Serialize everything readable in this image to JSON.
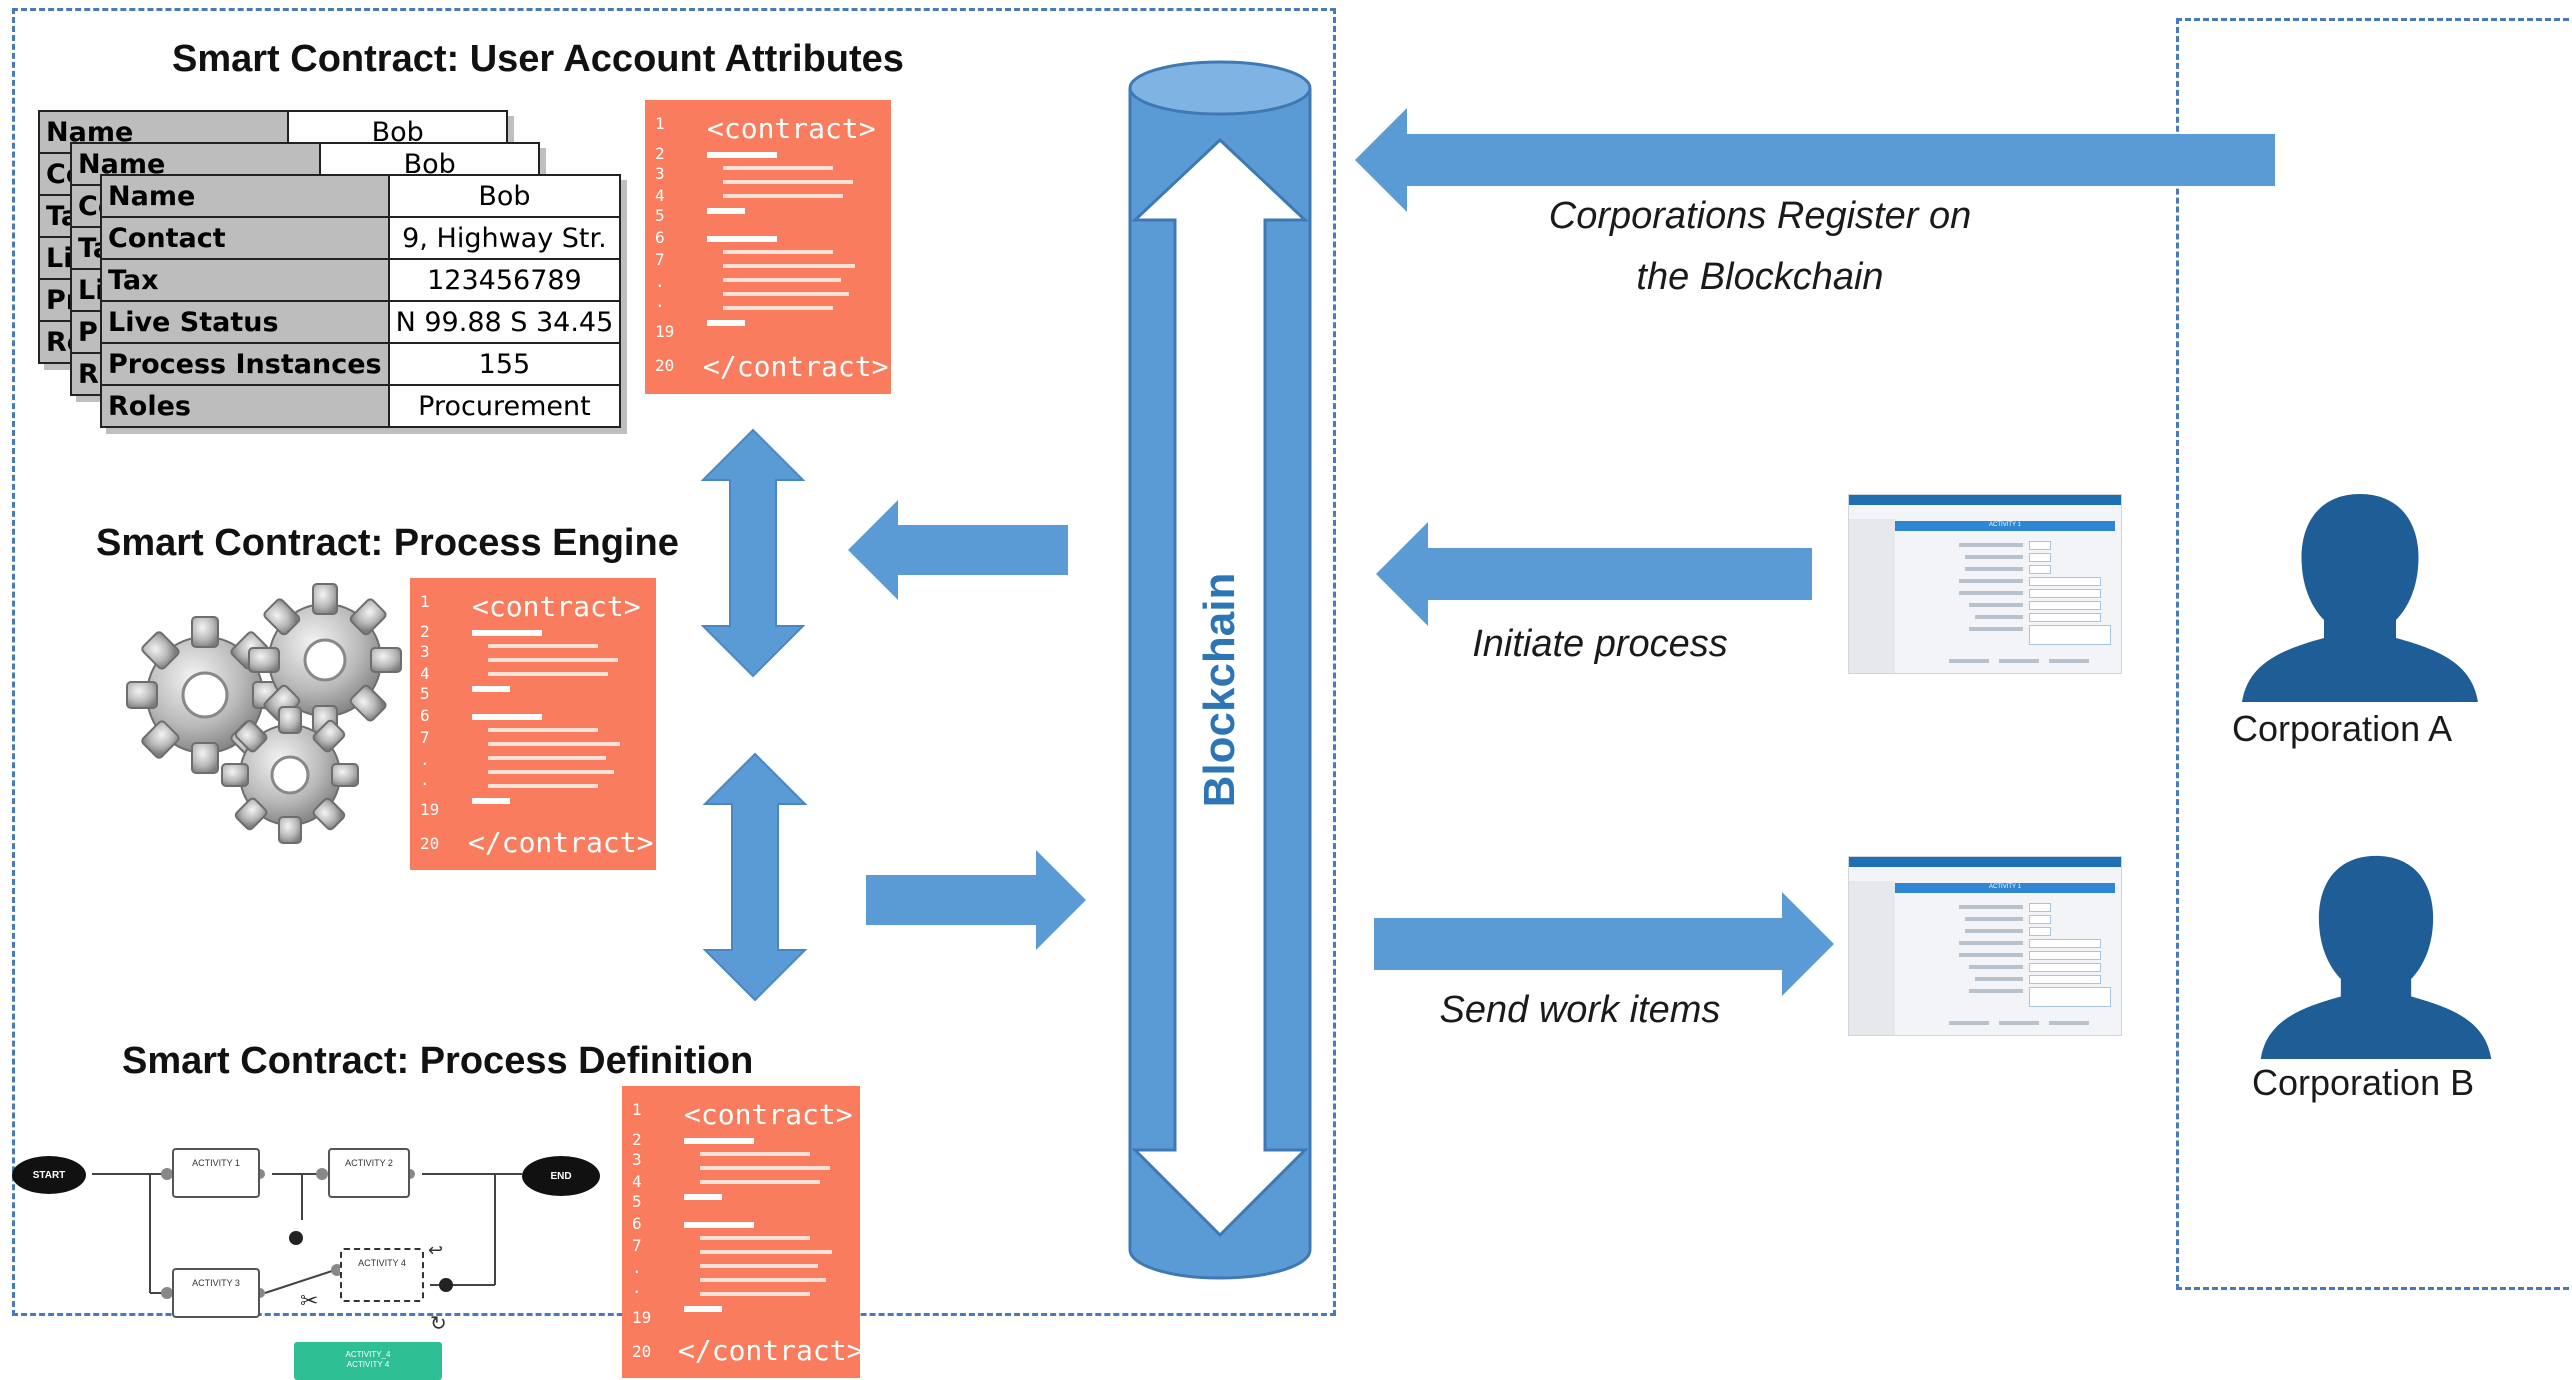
{
  "headings": {
    "user_account": "Smart Contract: User Account Attributes",
    "process_engine": "Smart Contract: Process Engine",
    "process_definition": "Smart Contract: Process Definition"
  },
  "attribute_table": {
    "rows": [
      {
        "key": "Name",
        "value": "Bob"
      },
      {
        "key": "Contact",
        "value": "9, Highway Str."
      },
      {
        "key": "Tax",
        "value": "123456789"
      },
      {
        "key": "Live Status",
        "value": "N 99.88 S 34.45"
      },
      {
        "key": "Process Instances",
        "value": "155"
      },
      {
        "key": "Roles",
        "value": "Procurement"
      }
    ],
    "back_card_fragments": [
      "Name",
      "Bob",
      "Co",
      "Ta",
      "Li",
      "Pr",
      "Ro"
    ]
  },
  "contract": {
    "open_tag": "<contract>",
    "close_tag": "</contract>",
    "line_numbers": [
      "1",
      "2",
      "3",
      "4",
      "5",
      "6",
      "7",
      ".",
      ".",
      "19",
      "20"
    ]
  },
  "blockchain_label": "Blockchain",
  "flows": {
    "register": "Corporations Register on the Blockchain",
    "initiate": "Initiate process",
    "send": "Send work items"
  },
  "corporations": [
    "Corporation A",
    "Corporation B"
  ],
  "process_diagram": {
    "start": "START",
    "end": "END",
    "activities": [
      "ACTIVITY 1",
      "ACTIVITY 2",
      "ACTIVITY 3",
      "ACTIVITY 4"
    ],
    "badge": [
      "ACTIVITY_4",
      "ACTIVITY 4"
    ]
  },
  "screenshot_title": "ACTIVITY 1",
  "colors": {
    "arrow": "#5b9bd5",
    "cylinder": "#5b9bd5",
    "contract": "#f87c5d",
    "person": "#1f5d96",
    "dash": "#4a79b8",
    "badge": "#2fbf94"
  }
}
